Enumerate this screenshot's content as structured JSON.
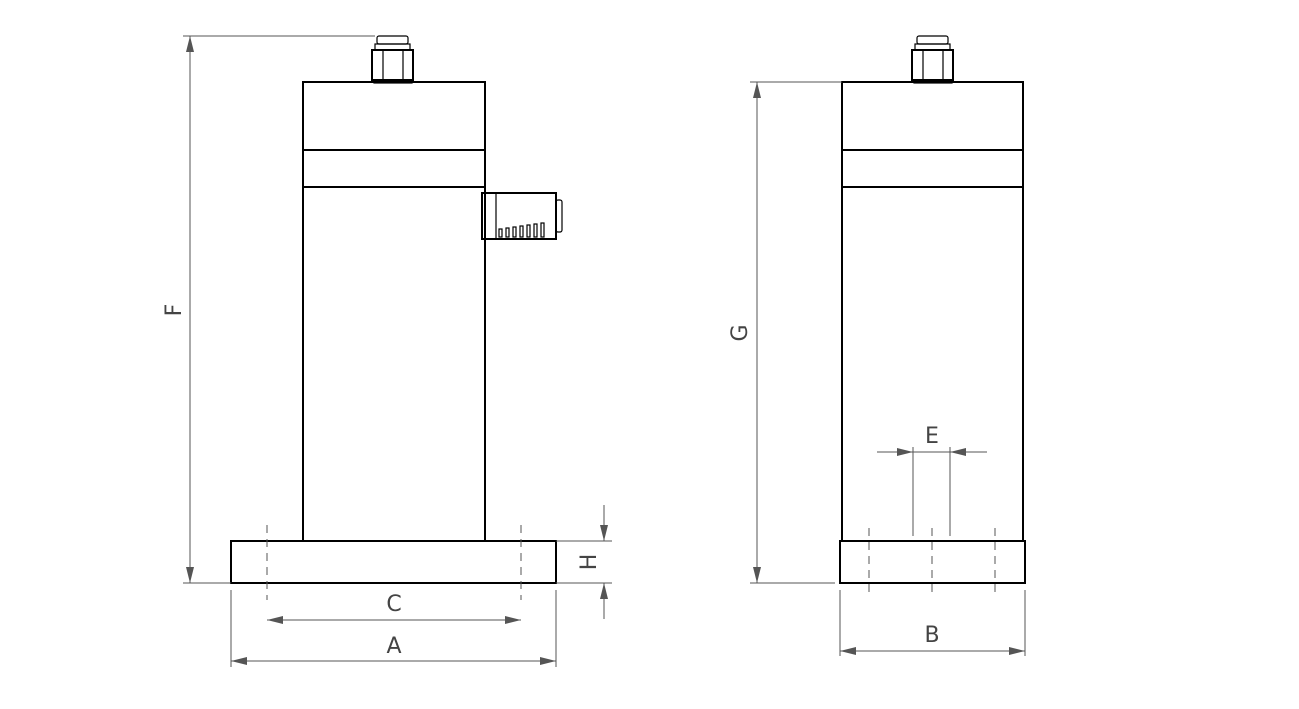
{
  "dimensions": {
    "A": "A",
    "B": "B",
    "C": "C",
    "E": "E",
    "F": "F",
    "G": "G",
    "H": "H"
  },
  "colors": {
    "line": "#000000",
    "dimension": "#555555"
  }
}
